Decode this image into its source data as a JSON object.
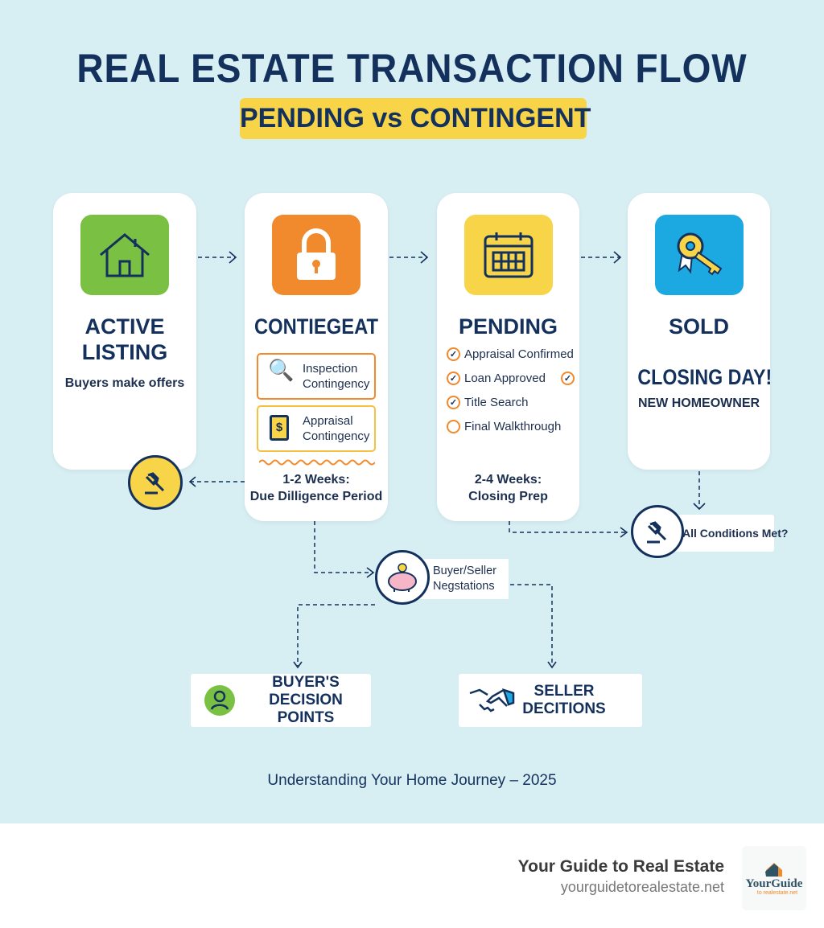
{
  "title": "REAL ESTATE TRANSACTION FLOW",
  "subtitle": "PENDING vs CONTINGENT",
  "colors": {
    "background": "#d7eef3",
    "navy": "#13315c",
    "green": "#7ac143",
    "orange": "#f08a2c",
    "yellow": "#f8d548",
    "blue": "#1ca8e0"
  },
  "stages": [
    {
      "icon": "house-icon",
      "title": "ACTIVE LISTING",
      "text": "Buyers make offers"
    },
    {
      "icon": "padlock-icon",
      "title": "CONTIEGEAT",
      "contingencies": [
        {
          "icon": "magnifier-icon",
          "label": "Inspection Contingency"
        },
        {
          "icon": "clipboard-dollar-icon",
          "label": "Appraisal Contingency"
        }
      ],
      "duration": "1-2 Weeks:",
      "period": "Due Dilligence Period"
    },
    {
      "icon": "calendar-icon",
      "title": "PENDING",
      "checklist": [
        {
          "label": "Appraisal Confirmed",
          "done": true
        },
        {
          "label": "Loan Approved",
          "done": true
        },
        {
          "label": "Title Search",
          "done": true
        },
        {
          "label": "Final Walkthrough",
          "done": false
        }
      ],
      "duration": "2-4 Weeks:",
      "period": "Closing Prep"
    },
    {
      "icon": "key-icon",
      "title": "SOLD",
      "headline": "CLOSING DAY!",
      "text": "NEW HOMEOWNER"
    }
  ],
  "nodes": {
    "conditions": "All Conditions Met?",
    "negotiations": "Buyer/Seller Negstations",
    "buyer": "BUYER'S DECISION POINTS",
    "seller": "SELLER DECITIONS"
  },
  "caption": "Understanding Your Home Journey – 2025",
  "footer": {
    "brand": "Your Guide to Real Estate",
    "url": "yourguidetorealestate.net",
    "logo_text": "YourGuide to realestate.net"
  }
}
